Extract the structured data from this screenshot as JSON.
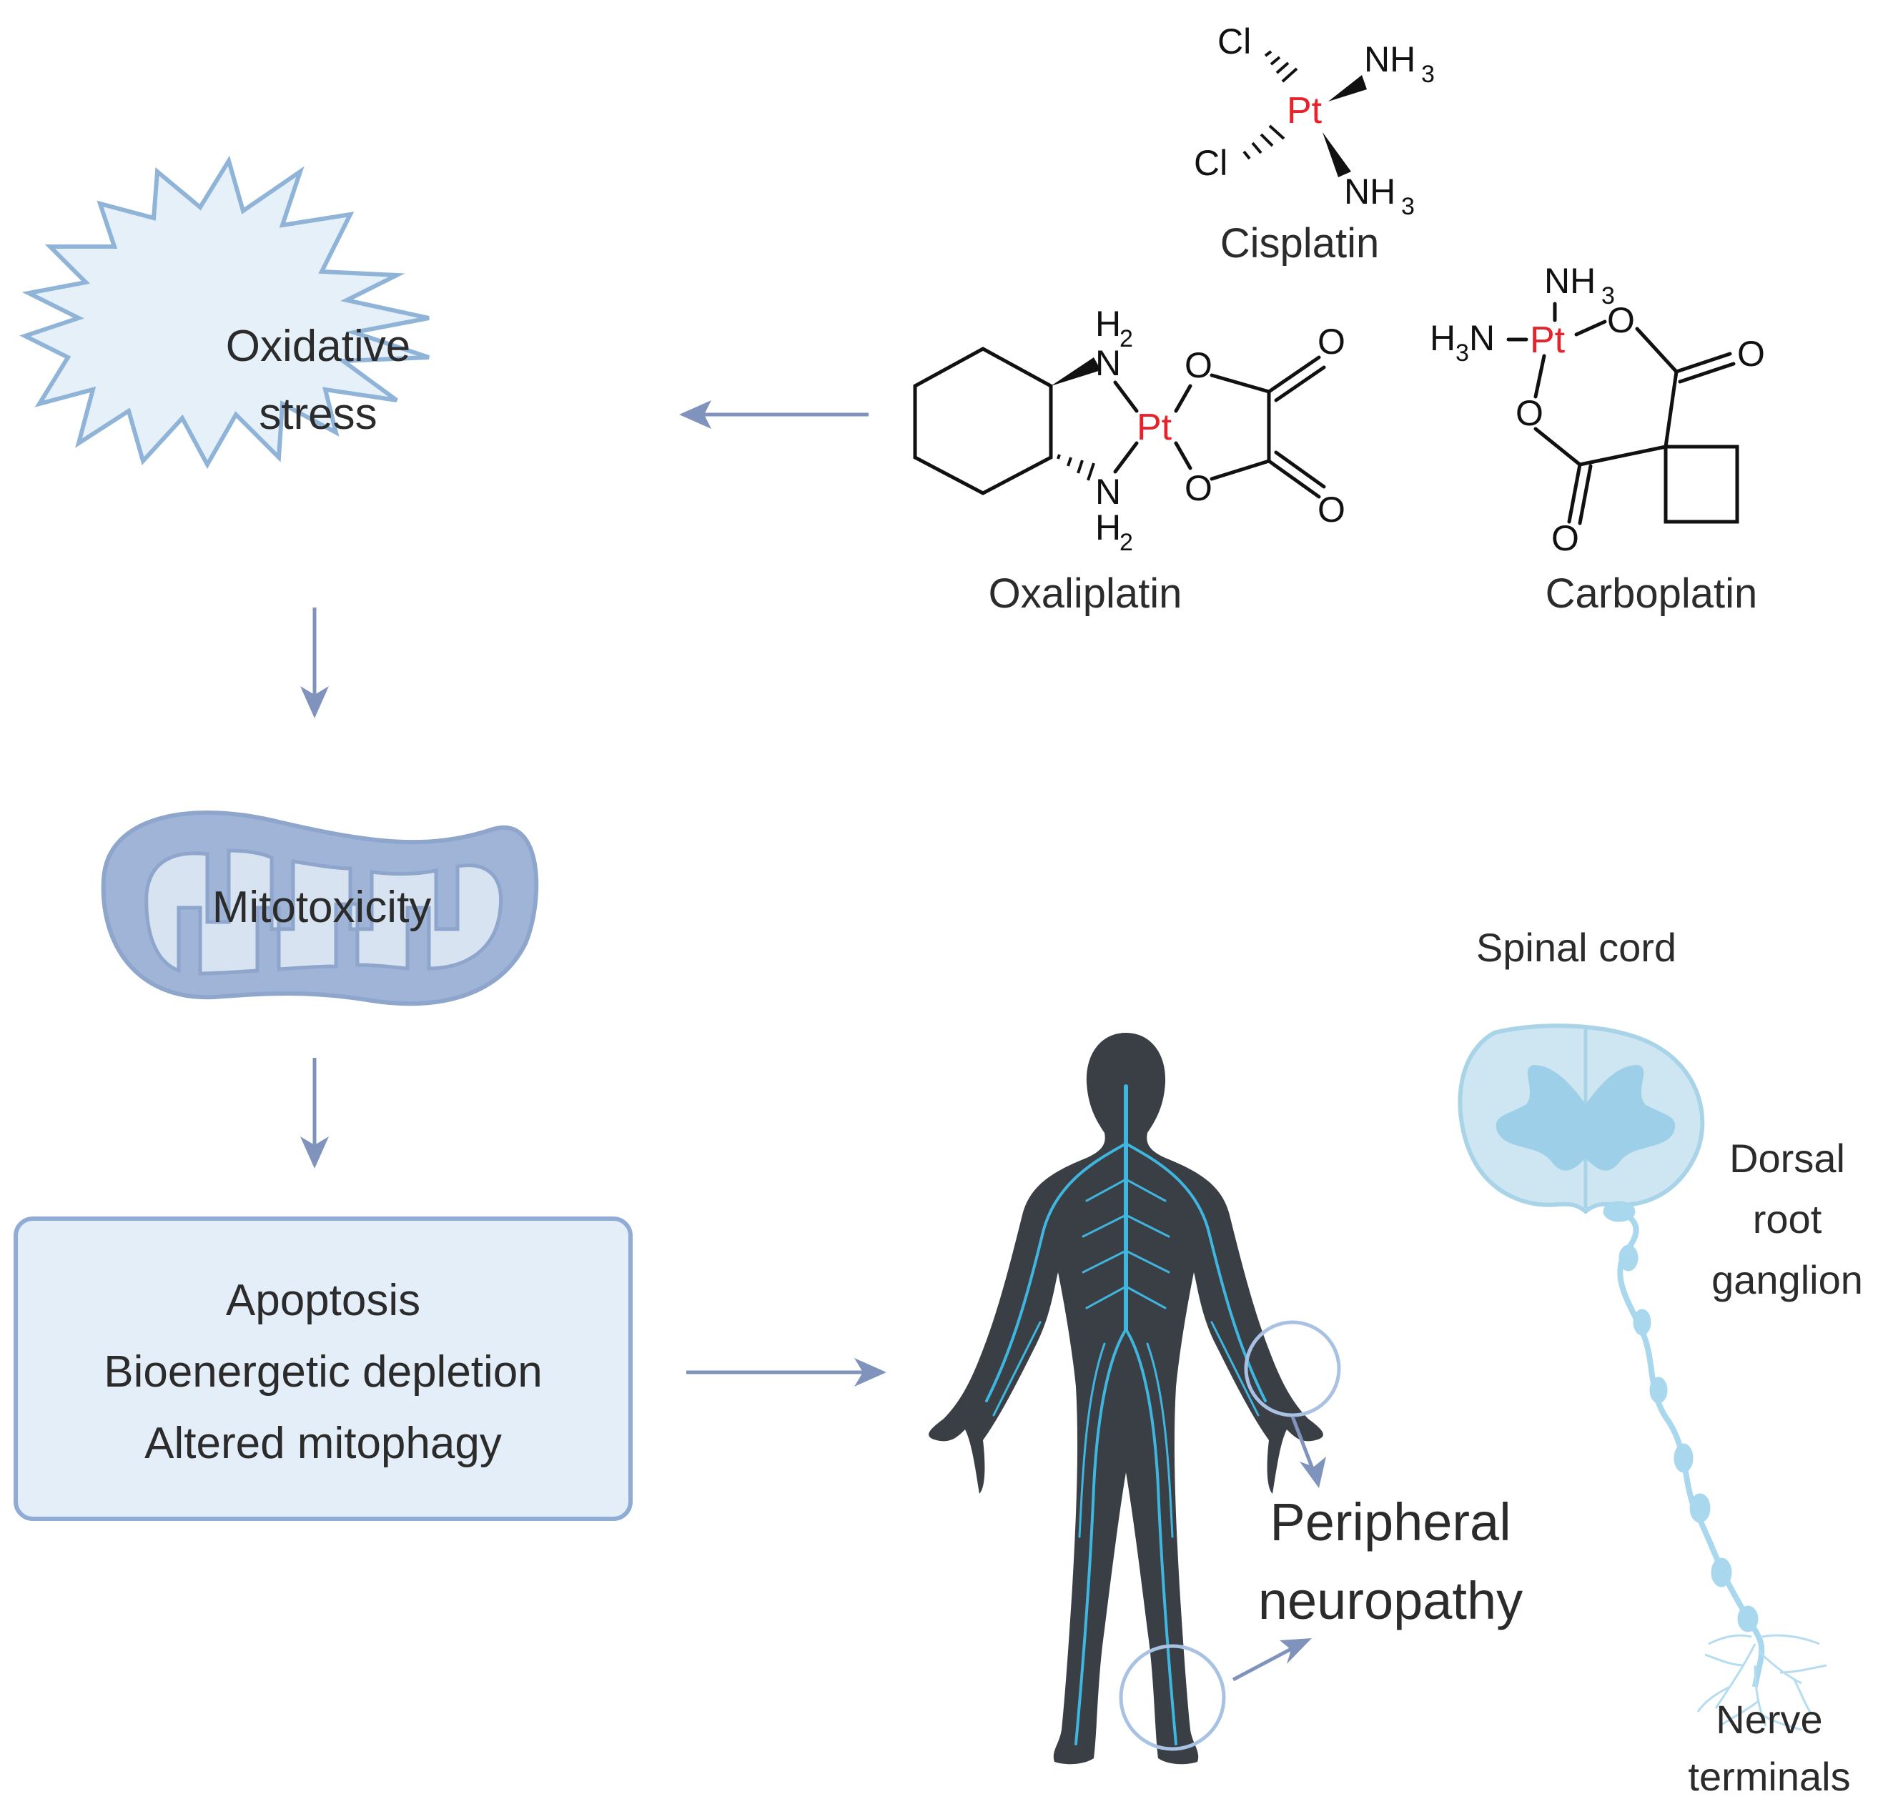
{
  "labels": {
    "oxidative_1": "Oxidative",
    "oxidative_2": "stress",
    "mitotoxicity": "Mitotoxicity",
    "box_line_1": "Apoptosis",
    "box_line_2": "Bioenergetic depletion",
    "box_line_3": "Altered mitophagy",
    "neuropathy_1": "Peripheral",
    "neuropathy_2": "neuropathy",
    "spinal_cord": "Spinal cord",
    "drg_1": "Dorsal",
    "drg_2": "root",
    "drg_3": "ganglion",
    "nerve_1": "Nerve",
    "nerve_2": "terminals"
  },
  "compounds": {
    "cisplatin": {
      "name": "Cisplatin",
      "metal": "Pt",
      "cl": "Cl",
      "nh": "NH",
      "sub3": "3"
    },
    "oxaliplatin": {
      "name": "Oxaliplatin",
      "metal": "Pt",
      "h": "H",
      "sub2": "2",
      "n": "N",
      "o": "O"
    },
    "carboplatin": {
      "name": "Carboplatin",
      "metal": "Pt",
      "nh": "NH",
      "sub3": "3",
      "h": "H",
      "n": "N",
      "o": "O"
    }
  },
  "colors": {
    "arrow": "#7f93bd",
    "star_fill": "#e6f0f9",
    "star_stroke": "#8fb4d8",
    "mito_fill": "#9fb4d6",
    "box_fill": "#e4eef9",
    "box_stroke": "#90acd4",
    "body": "#3a3f45",
    "nerve": "#3fb6df",
    "spinal_light": "#cde6f2",
    "spinal_dark": "#9dd0e8",
    "platinum": "#e8222a"
  }
}
